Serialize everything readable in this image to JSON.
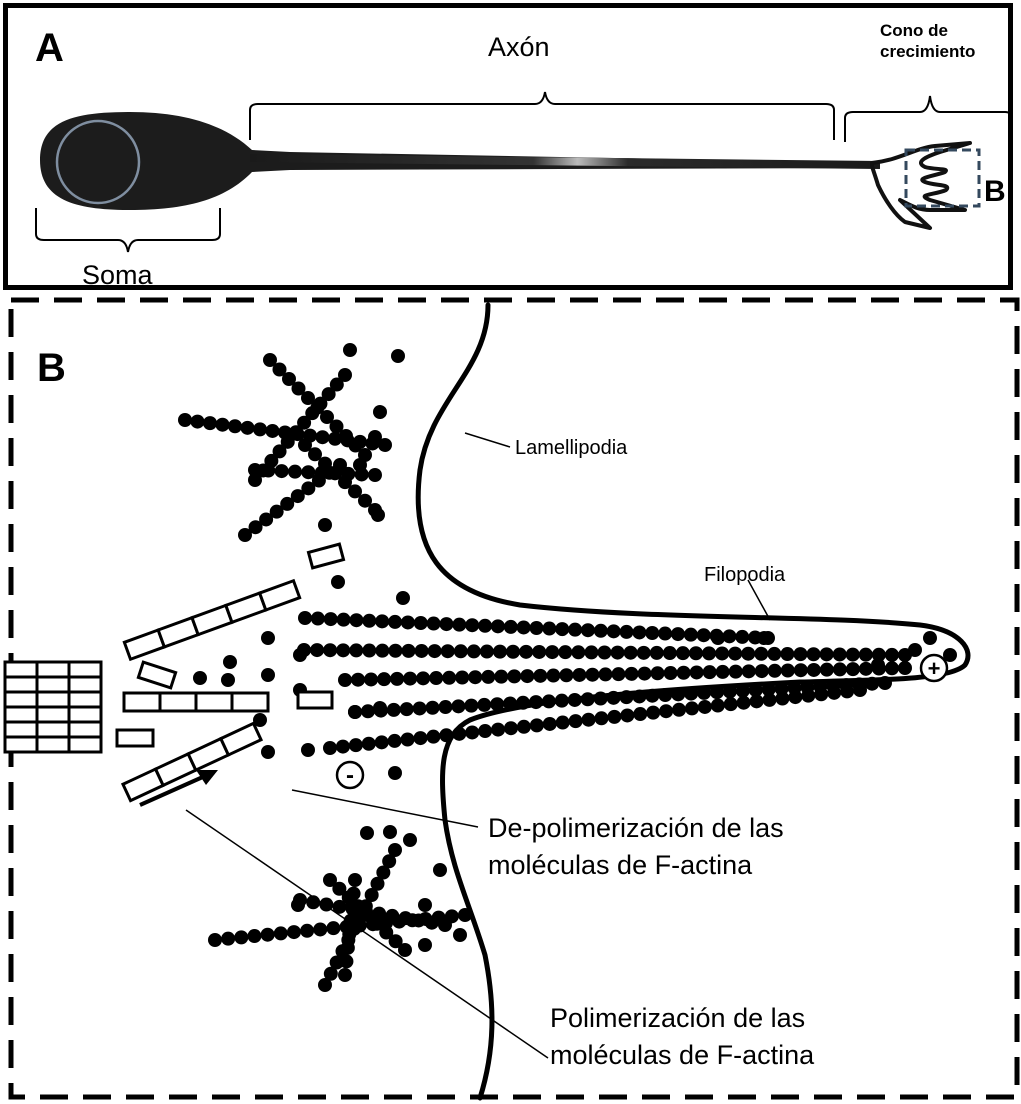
{
  "panel_a": {
    "letter": "A",
    "axon_label": "Axón",
    "growth_cone_label": "Cono de crecimiento",
    "soma_label": "Soma",
    "inset_marker": "B"
  },
  "panel_b": {
    "letter": "B",
    "lamellipodia_label": "Lamellipodia",
    "filopodia_label": "Filopodia",
    "depolymerization_label": "De-polimerización de las moléculas de F-actina",
    "polymerization_label": "Polimerización de las moléculas de F-actina",
    "plus_symbol": "+",
    "minus_symbol": "-"
  },
  "colors": {
    "ink": "#000000",
    "nucleus_outline": "#7f8ea0",
    "inset_box": "#34495e",
    "background": "#ffffff"
  }
}
